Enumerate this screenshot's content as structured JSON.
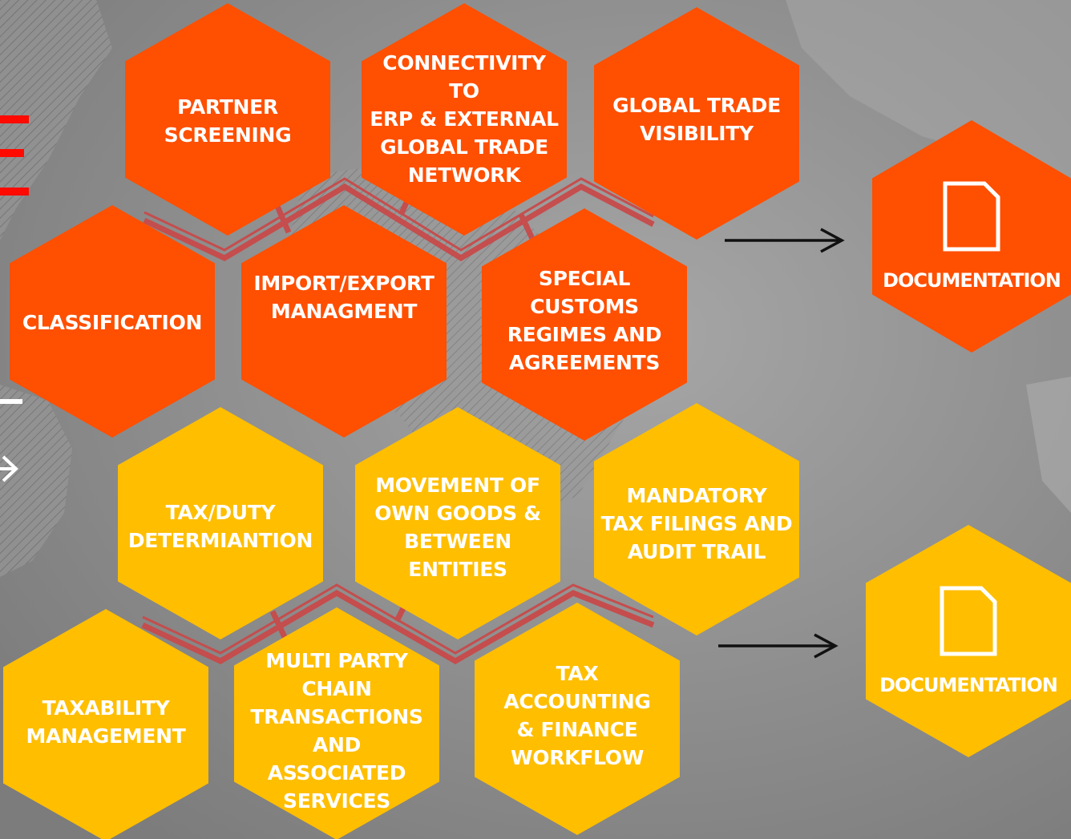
{
  "colors": {
    "background": "#8E8E8E",
    "orange": "#FF4F00",
    "yellow": "#FFBE00",
    "connector": "#C84A4A",
    "text": "#FFFFFF",
    "red_mark": "#FF0A00"
  },
  "rows": {
    "orange_top": [
      {
        "label": "PARTNER\nSCREENING"
      },
      {
        "label": "CONNECTIVITY TO\nERP & EXTERNAL\nGLOBAL TRADE\nNETWORK"
      },
      {
        "label": "GLOBAL TRADE\nVISIBILITY"
      }
    ],
    "orange_bottom": [
      {
        "label": "CLASSIFICATION"
      },
      {
        "label": "IMPORT/EXPORT\nMANAGMENT"
      },
      {
        "label": "SPECIAL\nCUSTOMS\nREGIMES AND\nAGREEMENTS"
      }
    ],
    "yellow_top": [
      {
        "label": "TAX/DUTY\nDETERMIANTION"
      },
      {
        "label": "MOVEMENT OF\nOWN GOODS &\nBETWEEN\nENTITIES"
      },
      {
        "label": "MANDATORY\nTAX FILINGS AND\nAUDIT TRAIL"
      }
    ],
    "yellow_bottom": [
      {
        "label": "TAXABILITY\nMANAGEMENT"
      },
      {
        "label": "MULTI PARTY\nCHAIN\nTRANSACTIONS\nAND ASSOCIATED\nSERVICES"
      },
      {
        "label": "TAX ACCOUNTING\n& FINANCE\nWORKFLOW"
      }
    ]
  },
  "documentation": {
    "orange": {
      "label": "DOCUMENTATION",
      "icon": "document-icon"
    },
    "yellow": {
      "label": "DOCUMENTATION",
      "icon": "document-icon"
    }
  }
}
